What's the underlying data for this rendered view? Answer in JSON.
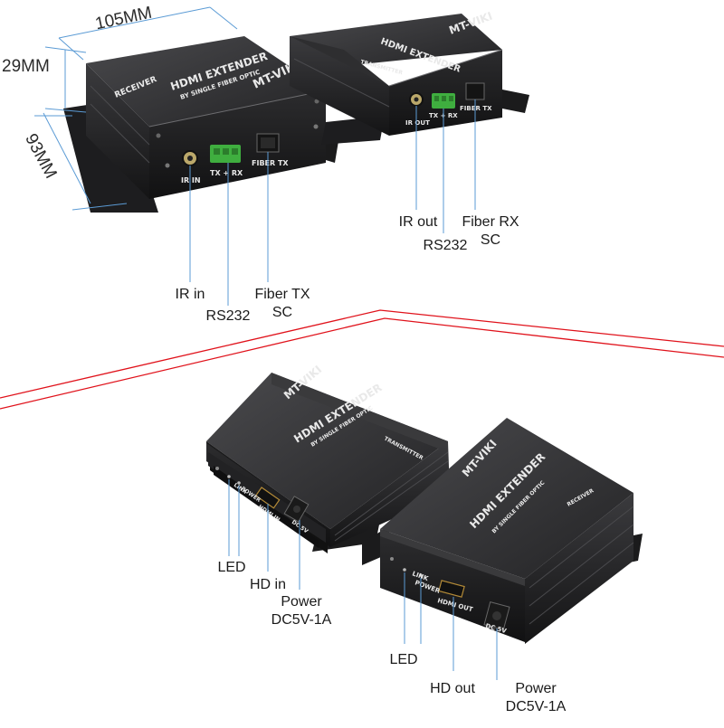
{
  "dimensions": {
    "width": "105MM",
    "height": "29MM",
    "depth": "93MM"
  },
  "devices": {
    "top_receiver": {
      "brand": "MT-VIKI",
      "product": "HDMI EXTENDER",
      "subtitle": "BY SINGLE FIBER OPTIC",
      "model": "RECEIVER",
      "port_labels": {
        "ir": "IR IN",
        "rs232": "TX + RX",
        "fiber": "FIBER TX"
      }
    },
    "top_transmitter": {
      "brand": "MT-VIKI",
      "product": "HDMI EXTENDER",
      "model": "TRANSMITTER",
      "port_labels": {
        "ir": "IR OUT",
        "rs232": "TX + RX",
        "fiber": "FIBER TX"
      }
    },
    "bottom_transmitter": {
      "brand": "MT-VIKI",
      "product": "HDMI EXTENDER",
      "subtitle": "BY SINGLE FIBER OPTIC",
      "model": "TRANSMITTER",
      "port_labels": {
        "led_link": "LINK",
        "led_power": "POWER",
        "hdmi": "HDMI IN",
        "dc": "DC 5V"
      }
    },
    "bottom_receiver": {
      "brand": "MT-VIKI",
      "product": "HDMI EXTENDER",
      "subtitle": "BY SINGLE FIBER OPTIC",
      "model": "RECEIVER",
      "port_labels": {
        "led_link": "LINK",
        "led_power": "POWER",
        "hdmi": "HDMI OUT",
        "dc": "DC 5V"
      }
    }
  },
  "callouts": {
    "top_receiver": {
      "ir": "IR in",
      "rs232": "RS232",
      "fiber_line1": "Fiber TX",
      "fiber_line2": "SC"
    },
    "top_transmitter": {
      "ir": "IR out",
      "rs232": "RS232",
      "fiber_line1": "Fiber RX",
      "fiber_line2": "SC"
    },
    "bottom_transmitter": {
      "led": "LED",
      "hdmi": "HD in",
      "power_line1": "Power",
      "power_line2": "DC5V-1A"
    },
    "bottom_receiver": {
      "led": "LED",
      "hdmi": "HD out",
      "power_line1": "Power",
      "power_line2": "DC5V-1A"
    }
  },
  "colors": {
    "divider": "#e0121b",
    "callout_line": "#5b9bd5",
    "case": "#2a2a2c",
    "port_green": "#3fae3f"
  }
}
